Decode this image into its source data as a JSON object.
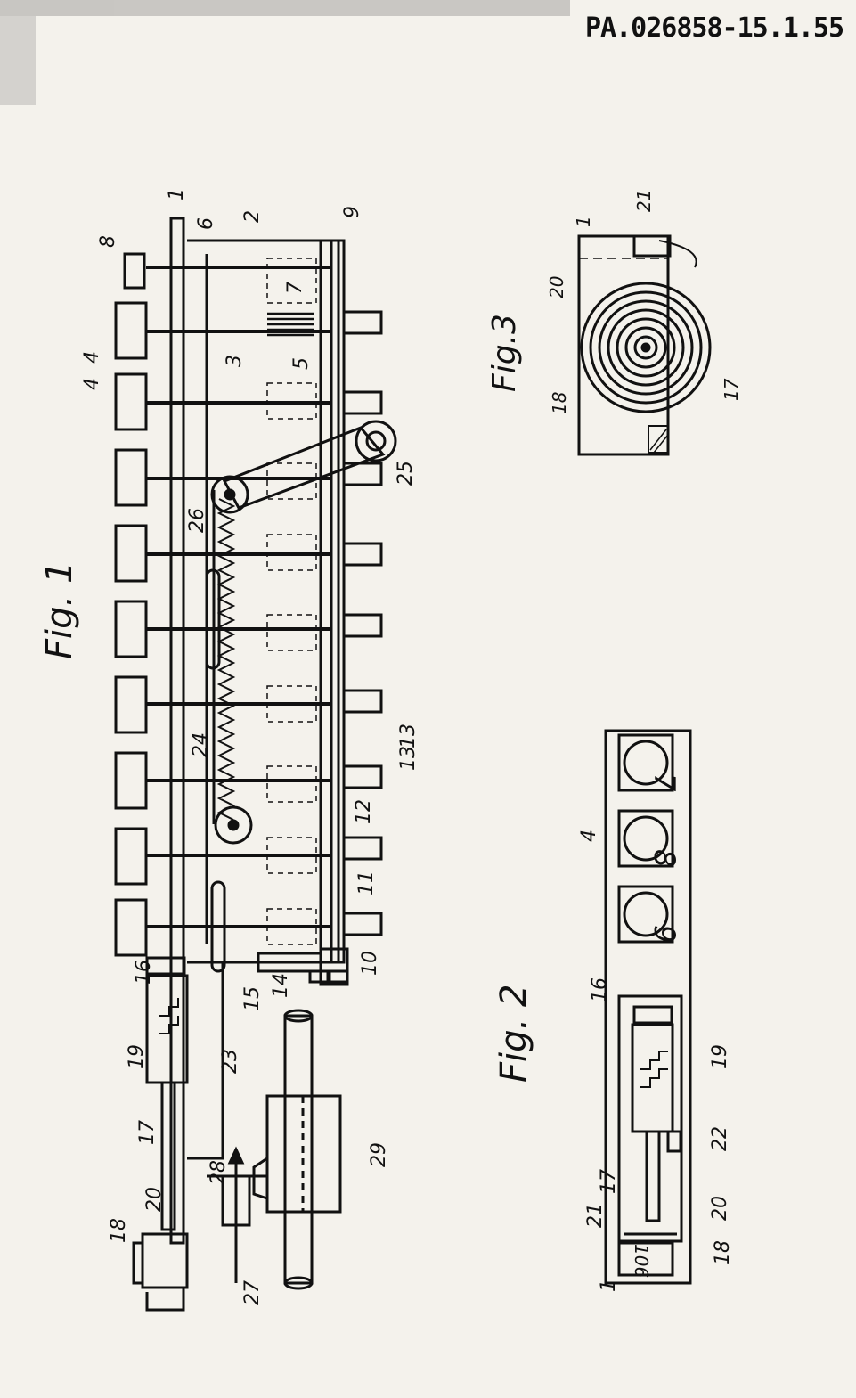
{
  "header": {
    "doc_number": "PA.026858-15.1.55"
  },
  "figures": {
    "fig1": {
      "title": "Fig. 1",
      "ref_labels": [
        "1",
        "2",
        "3",
        "4",
        "4",
        "5",
        "6",
        "7",
        "8",
        "9",
        "10",
        "11",
        "12",
        "13",
        "13",
        "14",
        "15",
        "16",
        "17",
        "18",
        "19",
        "20",
        "23",
        "24",
        "25",
        "26",
        "27",
        "28",
        "29"
      ]
    },
    "fig2": {
      "title": "Fig. 2",
      "ref_labels": [
        "1",
        "4",
        "16",
        "17",
        "18",
        "19",
        "20",
        "21",
        "22"
      ],
      "counter_digits": [
        "7",
        "8",
        "9"
      ],
      "window_digits": "106"
    },
    "fig3": {
      "title": "Fig.3",
      "ref_labels": [
        "1",
        "17",
        "18",
        "20",
        "21"
      ]
    }
  }
}
